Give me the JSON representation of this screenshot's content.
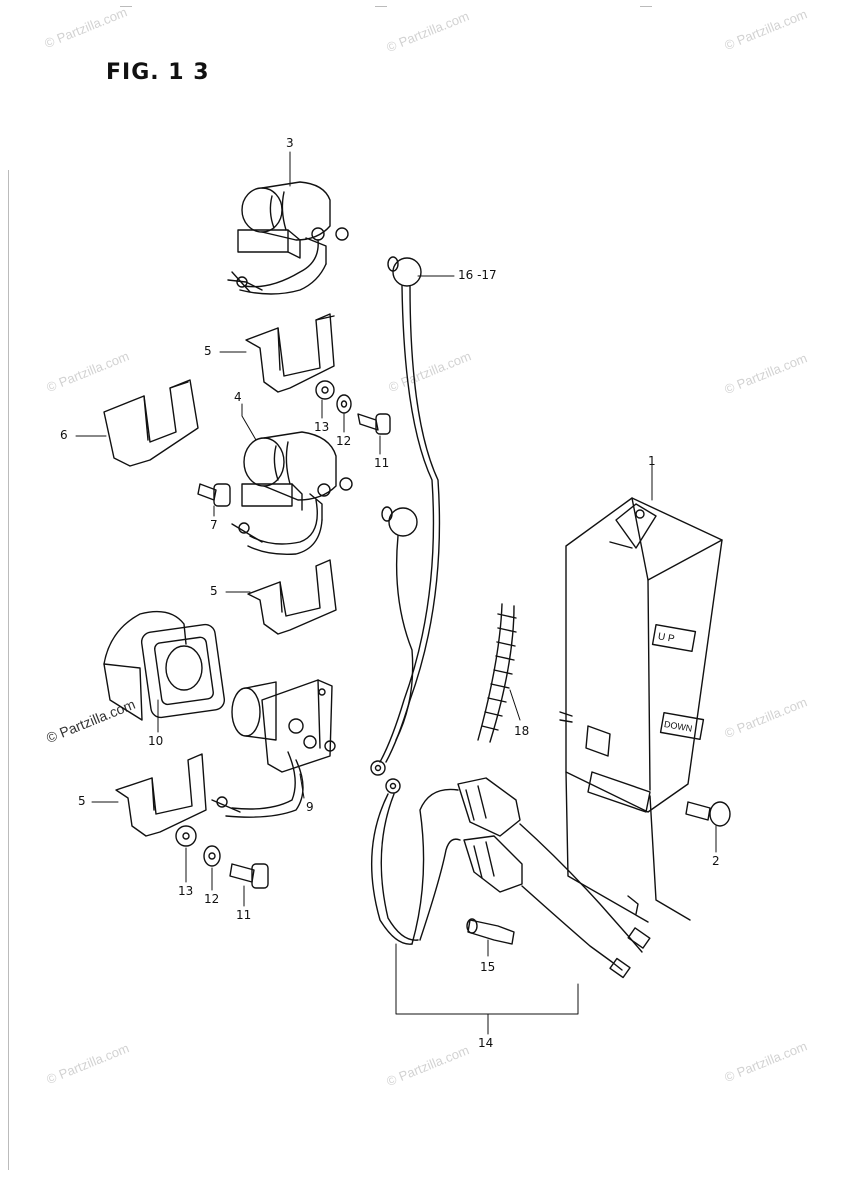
{
  "figure": {
    "title": "FIG. 1 3"
  },
  "watermark": {
    "text": "© Partzilla.com"
  },
  "callouts": [
    {
      "id": "c1",
      "text": "1"
    },
    {
      "id": "c2",
      "text": "2"
    },
    {
      "id": "c3",
      "text": "3"
    },
    {
      "id": "c4",
      "text": "4"
    },
    {
      "id": "c5a",
      "text": "5"
    },
    {
      "id": "c5b",
      "text": "5"
    },
    {
      "id": "c5c",
      "text": "5"
    },
    {
      "id": "c6",
      "text": "6"
    },
    {
      "id": "c7",
      "text": "7"
    },
    {
      "id": "c9",
      "text": "9"
    },
    {
      "id": "c10",
      "text": "10"
    },
    {
      "id": "c11a",
      "text": "11"
    },
    {
      "id": "c11b",
      "text": "11"
    },
    {
      "id": "c12a",
      "text": "12"
    },
    {
      "id": "c12b",
      "text": "12"
    },
    {
      "id": "c13a",
      "text": "13"
    },
    {
      "id": "c13b",
      "text": "13"
    },
    {
      "id": "c14",
      "text": "14"
    },
    {
      "id": "c15",
      "text": "15"
    },
    {
      "id": "c1617",
      "text": "16 -17"
    },
    {
      "id": "c18",
      "text": "18"
    }
  ],
  "switch_labels": {
    "up": "U P",
    "down": "DOWN"
  }
}
